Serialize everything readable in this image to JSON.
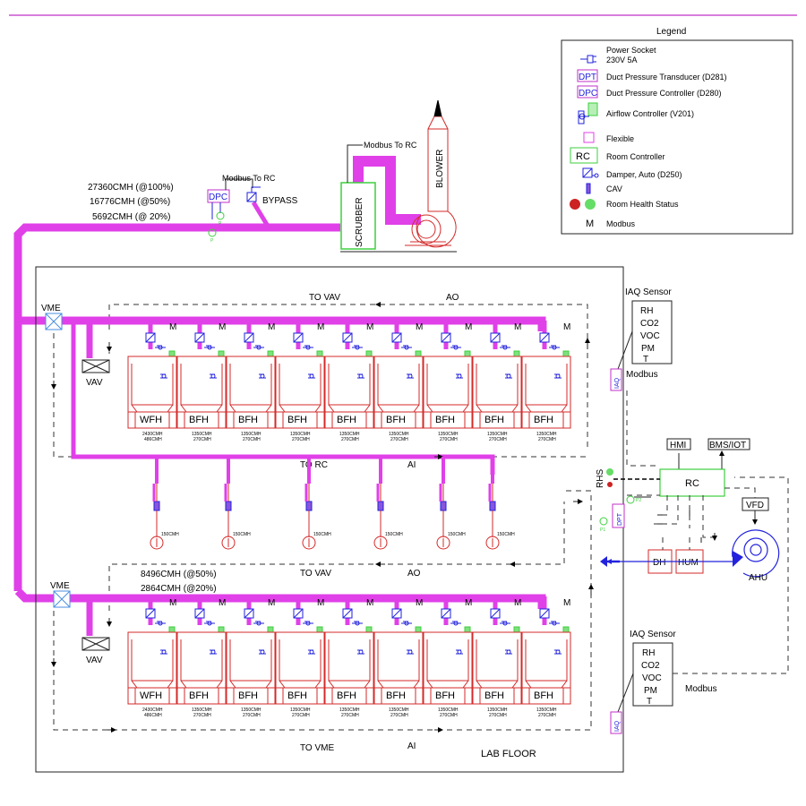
{
  "colors": {
    "duct": "#e040e8",
    "equipment": "#d42a2a",
    "controls": "#2222dd",
    "green": "#3ecf3e",
    "header_rule": "#c030c8"
  },
  "legend": {
    "title": "Legend",
    "items": [
      {
        "icon": "power-socket-icon",
        "label": "Power Socket\n230V 5A"
      },
      {
        "icon": "dpt-icon",
        "label": "Duct Pressure Transducer (D281)",
        "code": "DPT"
      },
      {
        "icon": "dpc-icon",
        "label": "Duct Pressure Controller (D280)",
        "code": "DPC"
      },
      {
        "icon": "airflow-controller-icon",
        "label": "Airflow Controller (V201)"
      },
      {
        "icon": "flexible-icon",
        "label": "Flexible"
      },
      {
        "icon": "room-controller-icon",
        "label": "Room Controller",
        "code": "RC"
      },
      {
        "icon": "damper-icon",
        "label": "Damper, Auto (D250)"
      },
      {
        "icon": "cav-icon",
        "label": "CAV"
      },
      {
        "icon": "room-health-status-icon",
        "label": "Room Health Status"
      },
      {
        "icon": "modbus-icon",
        "label": "Modbus",
        "code": "M"
      }
    ]
  },
  "exhaust": {
    "flow_100": "27360CMH (@100%)",
    "flow_50": "16776CMH (@50%)",
    "flow_20": "5692CMH (@ 20%)",
    "dpc": "DPC",
    "p": "P",
    "bypass": "BYPASS",
    "modbus_dpc": "Modbus To RC",
    "modbus_scrubber": "Modbus To RC",
    "scrubber": "SCRUBBER",
    "blower": "BLOWER"
  },
  "upper": {
    "vme": "VME",
    "vav": "VAV",
    "to_vav": "TO VAV",
    "ao": "AO",
    "to_rc": "TO RC",
    "ai": "AI",
    "hoods": [
      {
        "type": "WFH",
        "flow": "2430CMH",
        "flow2": "486CMH"
      },
      {
        "type": "BFH",
        "flow": "1350CMH",
        "flow2": "270CMH"
      },
      {
        "type": "BFH",
        "flow": "1350CMH",
        "flow2": "270CMH"
      },
      {
        "type": "BFH",
        "flow": "1350CMH",
        "flow2": "270CMH"
      },
      {
        "type": "BFH",
        "flow": "1350CMH",
        "flow2": "270CMH"
      },
      {
        "type": "BFH",
        "flow": "1350CMH",
        "flow2": "270CMH"
      },
      {
        "type": "BFH",
        "flow": "1350CMH",
        "flow2": "270CMH"
      },
      {
        "type": "BFH",
        "flow": "1350CMH",
        "flow2": "270CMH"
      },
      {
        "type": "BFH",
        "flow": "1350CMH",
        "flow2": "270CMH"
      }
    ],
    "m": "M"
  },
  "snorkels": [
    "150CMH",
    "150CMH",
    "150CMH",
    "150CMH",
    "150CMH",
    "150CMH"
  ],
  "lower": {
    "vme": "VME",
    "vav": "VAV",
    "flow_50": "8496CMH (@50%)",
    "flow_20": "2864CMH (@20%)",
    "to_vav": "TO VAV",
    "ao": "AO",
    "to_vme": "TO VME",
    "ai": "AI",
    "hoods": [
      {
        "type": "WFH",
        "flow": "2430CMH",
        "flow2": "486CMH"
      },
      {
        "type": "BFH",
        "flow": "1350CMH",
        "flow2": "270CMH"
      },
      {
        "type": "BFH",
        "flow": "1350CMH",
        "flow2": "270CMH"
      },
      {
        "type": "BFH",
        "flow": "1350CMH",
        "flow2": "270CMH"
      },
      {
        "type": "BFH",
        "flow": "1350CMH",
        "flow2": "270CMH"
      },
      {
        "type": "BFH",
        "flow": "1350CMH",
        "flow2": "270CMH"
      },
      {
        "type": "BFH",
        "flow": "1350CMH",
        "flow2": "270CMH"
      },
      {
        "type": "BFH",
        "flow": "1350CMH",
        "flow2": "270CMH"
      },
      {
        "type": "BFH",
        "flow": "1350CMH",
        "flow2": "270CMH"
      }
    ],
    "m": "M"
  },
  "lab_floor": "LAB FLOOR",
  "iaq_top": {
    "title": "IAQ Sensor",
    "params": [
      "RH",
      "CO2",
      "VOC",
      "PM",
      "T"
    ],
    "tag": "IAQ",
    "modbus": "Modbus"
  },
  "iaq_bottom": {
    "title": "IAQ Sensor",
    "params": [
      "RH",
      "CO2",
      "VOC",
      "PM",
      "T"
    ],
    "tag": "IAQ",
    "modbus": "Modbus"
  },
  "controls": {
    "hmi": "HMI",
    "bms": "BMS/IOT",
    "rc": "RC",
    "rhs": "RHS",
    "vfd": "VFD",
    "dpt": "DPT",
    "p2": "P2",
    "p1": "P1",
    "dh": "DH",
    "hum": "HUM",
    "ahu": "AHU"
  }
}
